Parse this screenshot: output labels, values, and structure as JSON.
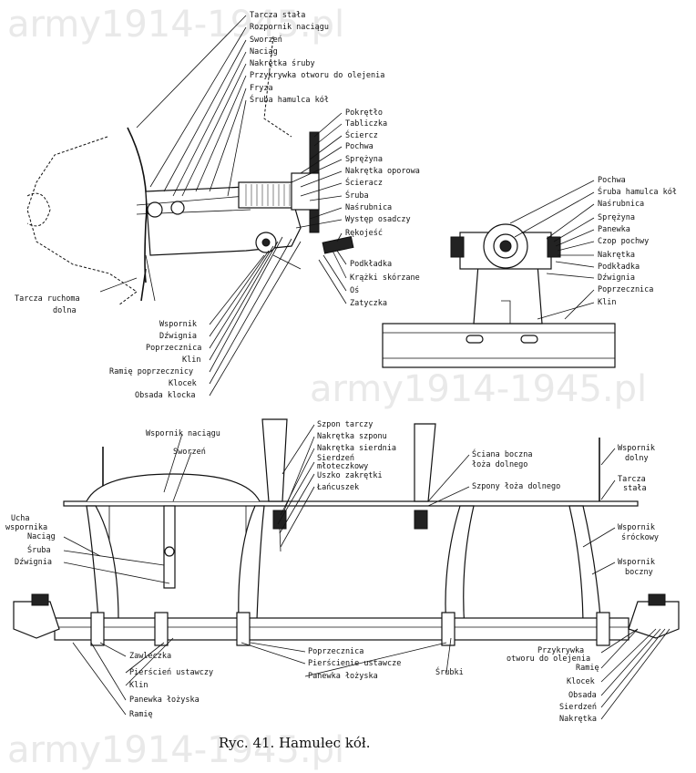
{
  "watermark": "army1914-1945.pl",
  "caption": "Ryc. 41. Hamulec kół.",
  "fig_top_left": {
    "labels": [
      "Tarcza stała",
      "Rozpornik naciągu",
      "Sworzeń",
      "Naciąg",
      "Nakrętka śruby",
      "Przykrywka otworu do olejenia",
      "Fryza",
      "Śruba hamulca kół",
      "Pokrętło",
      "Tabliczka",
      "Ściercz",
      "Pochwa",
      "Sprężyna",
      "Nakrętka oporowa",
      "Ścieracz",
      "Śruba",
      "Naśrubnica",
      "Występ osadczy",
      "Rękojeść",
      "Podkładka",
      "Krążki skórzane",
      "Oś",
      "Zatyczka"
    ],
    "left_labels": [
      "Tarcza ruchoma",
      "dolna"
    ],
    "bottom_labels": [
      "Wspornik",
      "Dźwignia",
      "Poprzecznica",
      "Klin",
      "Ramię poprzecznicy",
      "Klocek",
      "Obsada klocka"
    ]
  },
  "fig_top_right": {
    "labels": [
      "Pochwa",
      "Śruba hamulca kół",
      "Naśrubnica",
      "Sprężyna",
      "Panewka",
      "Czop pochwy",
      "Nakrętka",
      "Podkładka",
      "Dźwignia",
      "Poprzecznica",
      "Klin"
    ]
  },
  "fig_bottom": {
    "top_labels": [
      "Wspornik naciągu",
      "Sworzeń"
    ],
    "center_labels": [
      "Szpon tarczy",
      "Nakrętka szponu",
      "Nakrętka sierdnia",
      "Sierdzeń",
      "młoteczkowy",
      "Uszko zakrętki",
      "Łańcuszek"
    ],
    "right_top_labels": [
      "Ściana boczna",
      "łoża dolnego",
      "Szpony łoża dolnego"
    ],
    "far_right_labels": [
      "Wspornik",
      "dolny",
      "Tarcza",
      "stała",
      "Wspornik",
      "śróckowy",
      "Wspornik",
      "boczny"
    ],
    "left_labels": [
      "Ucha",
      "wspornika",
      "Naciąg",
      "Śruba",
      "Dźwignia"
    ],
    "bottom_left_labels": [
      "Zawleczka",
      "Pierścień ustawczy",
      "Klin",
      "Panewka łożyska",
      "Ramię"
    ],
    "bottom_center_labels": [
      "Poprzecznica",
      "Pierścienie ustawcze",
      "Panewka łożyska",
      "Śrubki"
    ],
    "bottom_right_labels": [
      "Przykrywka",
      "otworu do olejenia",
      "Ramię",
      "Klocek",
      "Obsada",
      "Sierdzeń",
      "Nakrętka"
    ]
  }
}
